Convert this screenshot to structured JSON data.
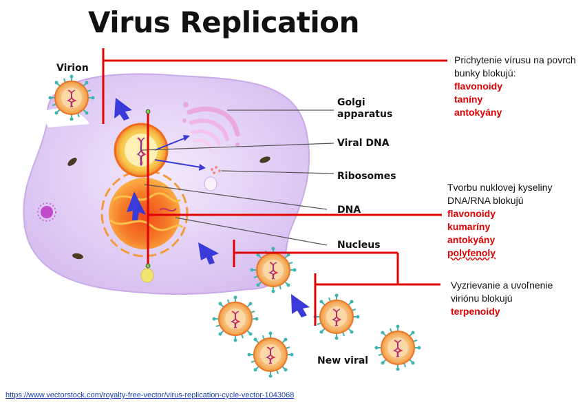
{
  "title": "Virus Replication",
  "labels": {
    "virion": "Virion",
    "golgi_line1": "Golgi",
    "golgi_line2": "apparatus",
    "viral_dna": "Viral DNA",
    "ribosomes": "Ribosomes",
    "dna": "DNA",
    "nucleus": "Nucleus",
    "new_viral": "New viral"
  },
  "annotations": [
    {
      "lines": [
        "Prichytenie vírusu na povrch",
        "bunky blokujú:"
      ],
      "inhibitors": [
        "flavonoidy",
        "taníny",
        "antokyány"
      ]
    },
    {
      "lines": [
        "Tvorbu nuklovej kyseliny",
        "DNA/RNA blokujú"
      ],
      "inhibitors": [
        "flavonoidy",
        "kumaríny",
        "antokyány",
        "polyfenoly"
      ]
    },
    {
      "lines": [
        "Vyzrievanie a uvoľnenie",
        "viriónu blokujú"
      ],
      "inhibitors": [
        "terpenoidy"
      ]
    }
  ],
  "source_url": "https://www.vectorstock.com/royalty-free-vector/virus-replication-cycle-vector-1043068",
  "colors": {
    "inhibit_line": "#e00000",
    "arrow": "#3a3ad8",
    "cell": "#dcc6f2",
    "nucleus": "#f58a2a",
    "virus": "#f4a24a"
  }
}
